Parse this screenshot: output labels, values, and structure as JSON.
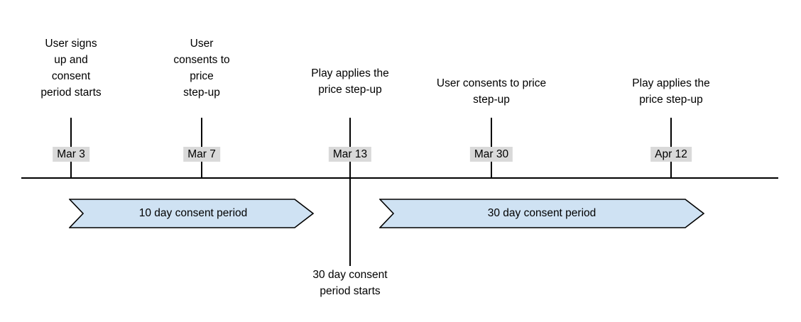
{
  "diagram": {
    "type": "timeline",
    "subject": "price step-up consent periods",
    "milestones": [
      {
        "date": "Mar 3",
        "label": "User signs\nup and\nconsent\nperiod starts"
      },
      {
        "date": "Mar 7",
        "label": "User\nconsents to\nprice\nstep-up"
      },
      {
        "date": "Mar 13",
        "label": "Play applies the\nprice step-up",
        "below_label": "30 day consent\nperiod starts"
      },
      {
        "date": "Mar 30",
        "label": "User consents to price\nstep-up"
      },
      {
        "date": "Apr 12",
        "label": "Play applies the\nprice step-up"
      }
    ],
    "periods": [
      {
        "label": "10 day consent period",
        "from": "Mar 3",
        "to": "Mar 13"
      },
      {
        "label": "30 day consent period",
        "from": "Mar 13",
        "to": "Apr 12"
      }
    ],
    "colors": {
      "period_fill": "#cfe2f3",
      "period_stroke": "#000000",
      "date_label_bg": "#d9d9d9",
      "line": "#000000",
      "text": "#000000",
      "background": "#ffffff"
    }
  }
}
